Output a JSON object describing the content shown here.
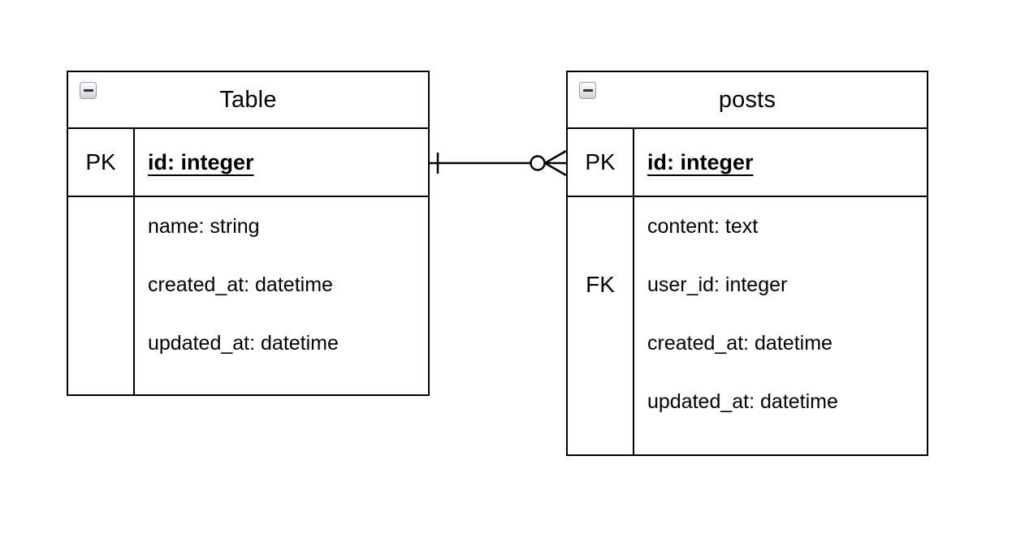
{
  "diagram": {
    "colors": {
      "line": "#000000",
      "text": "#000000",
      "background": "#ffffff",
      "collapse_button_border": "#99a0a8",
      "collapse_button_fill": "#e8eaec"
    },
    "tables": [
      {
        "title": "Table",
        "collapse_icon": "minus-icon",
        "pk_row": {
          "key": "PK",
          "field": "id: integer"
        },
        "fields": [
          {
            "key": "",
            "name": "name: string"
          },
          {
            "key": "",
            "name": "created_at: datetime"
          },
          {
            "key": "",
            "name": "updated_at: datetime"
          }
        ]
      },
      {
        "title": "posts",
        "collapse_icon": "minus-icon",
        "pk_row": {
          "key": "PK",
          "field": "id: integer"
        },
        "fields": [
          {
            "key": "",
            "name": "content: text"
          },
          {
            "key": "FK",
            "name": "user_id: integer"
          },
          {
            "key": "",
            "name": "created_at: datetime"
          },
          {
            "key": "",
            "name": "updated_at: datetime"
          }
        ]
      }
    ],
    "relationship": {
      "from_table": "Table",
      "to_table": "posts",
      "from_cardinality": "one",
      "to_cardinality": "zero-or-many"
    }
  }
}
